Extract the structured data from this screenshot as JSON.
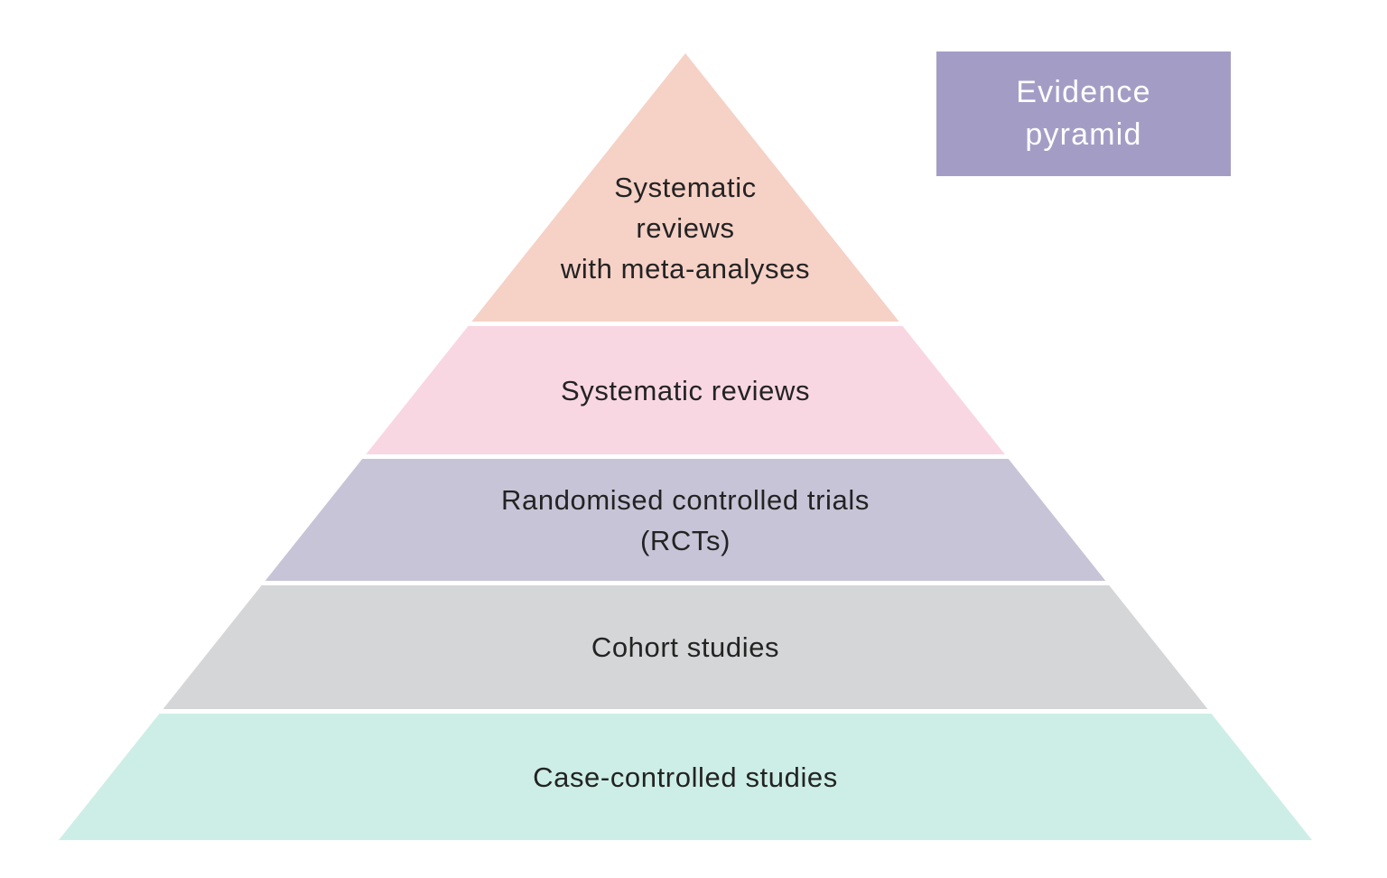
{
  "title_box": {
    "label": "Evidence pyramid",
    "lines": [
      "Evidence",
      "pyramid"
    ],
    "bg_color": "#a39dc6",
    "text_color": "#ffffff"
  },
  "pyramid": {
    "text_color": "#232323",
    "separator_color": "#ffffff",
    "layers": [
      {
        "label": "Systematic reviews with meta-analyses",
        "lines": [
          "Systematic",
          "reviews",
          "with meta-analyses"
        ],
        "color": "#f6d1c6"
      },
      {
        "label": "Systematic reviews",
        "lines": [
          "Systematic reviews"
        ],
        "color": "#f9d7e2"
      },
      {
        "label": "Randomised controlled trials (RCTs)",
        "lines": [
          "Randomised controlled trials",
          "(RCTs)"
        ],
        "color": "#c8c4d7"
      },
      {
        "label": "Cohort studies",
        "lines": [
          "Cohort studies"
        ],
        "color": "#d5d6d8"
      },
      {
        "label": "Case-controlled studies",
        "lines": [
          "Case-controlled studies"
        ],
        "color": "#cdeee6"
      }
    ]
  }
}
